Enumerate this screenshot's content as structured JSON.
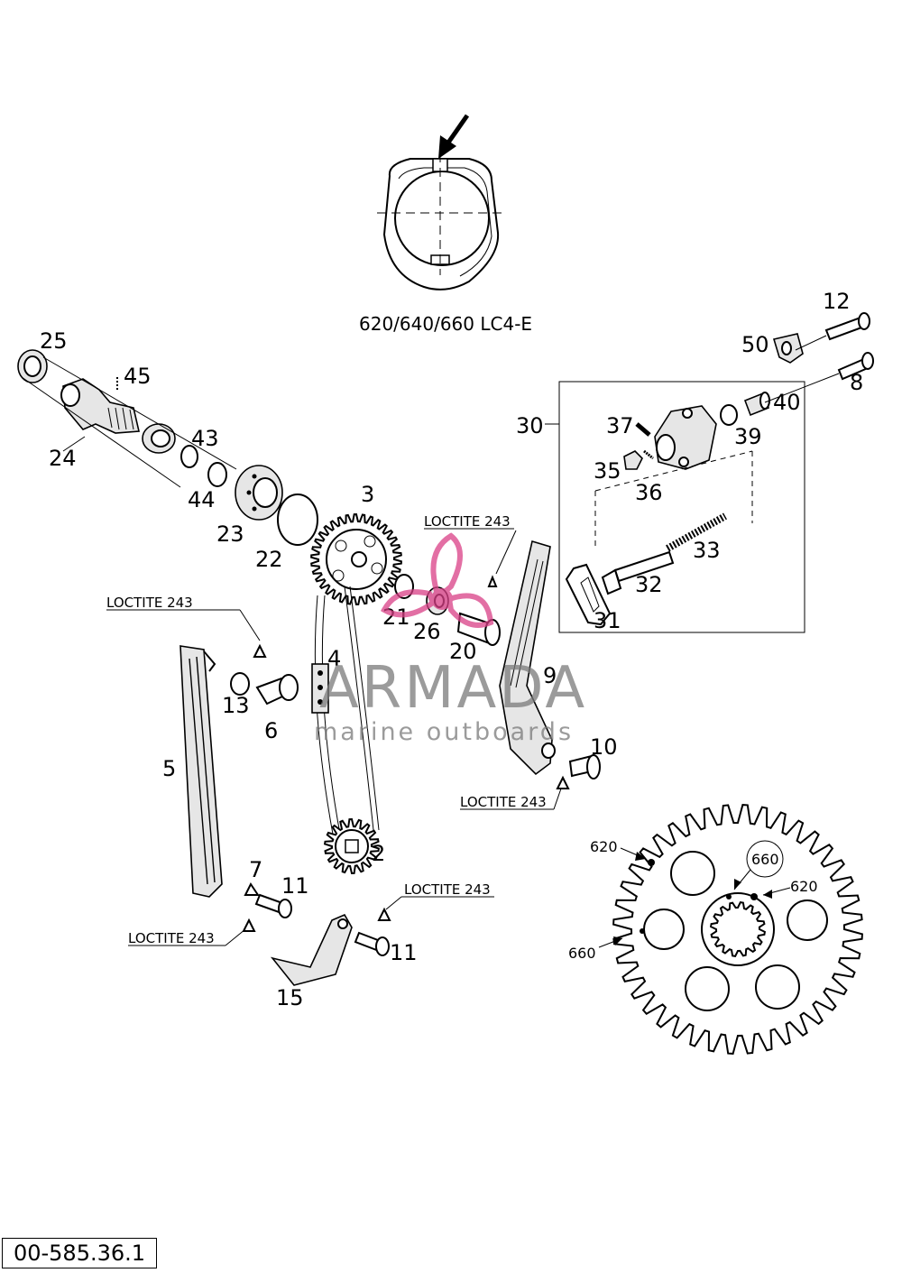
{
  "variant_label": "620/640/660 LC4-E",
  "part_numbers": {
    "p2": "2",
    "p3": "3",
    "p4": "4",
    "p5": "5",
    "p6": "6",
    "p7": "7",
    "p8": "8",
    "p9": "9",
    "p10": "10",
    "p11a": "11",
    "p11b": "11",
    "p12": "12",
    "p13": "13",
    "p15": "15",
    "p20": "20",
    "p21": "21",
    "p22": "22",
    "p23": "23",
    "p24": "24",
    "p25": "25",
    "p26": "26",
    "p30": "30",
    "p31": "31",
    "p32": "32",
    "p33": "33",
    "p35": "35",
    "p36": "36",
    "p37": "37",
    "p39": "39",
    "p40": "40",
    "p43": "43",
    "p44": "44",
    "p45": "45",
    "p50": "50"
  },
  "loctite_labels": {
    "l1": "LOCTITE 243",
    "l2": "LOCTITE 243",
    "l3": "LOCTITE 243",
    "l4": "LOCTITE 243",
    "l5": "LOCTITE 243"
  },
  "gear_marks": {
    "m620_top": "620",
    "m660_center": "660",
    "m620_right": "620",
    "m660_left": "660"
  },
  "watermark": {
    "brand": "ARMADA",
    "tagline": "marine outboards",
    "brand_color": "#d93f86",
    "text_color": "#7a7a7a"
  },
  "document_id": "00-585.36.1"
}
